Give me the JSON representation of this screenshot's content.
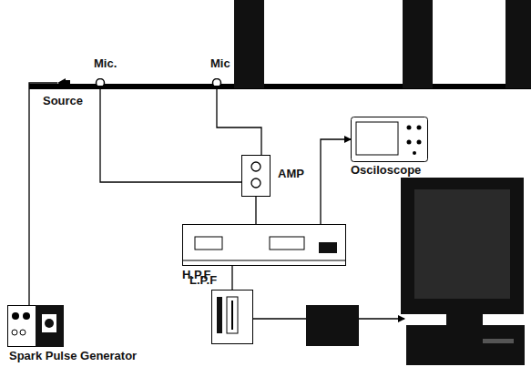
{
  "diagram": {
    "nodes": [
      {
        "text": [
          "Spark Pulse Generator"
        ]
      },
      {
        "text": [
          "Source"
        ]
      },
      {
        "text": [
          "Mic."
        ]
      },
      {
        "text": [
          "Mic"
        ]
      },
      {
        "text": [
          "AMP"
        ]
      },
      {
        "text": [
          "H.P.F"
        ]
      },
      {
        "text": [
          "L.P.F"
        ]
      },
      {
        "text": [
          "Osciloscope"
        ]
      }
    ],
    "edges": [
      {
        "from": 0,
        "to": 1,
        "arrow": "none"
      },
      {
        "from": 2,
        "to": 4,
        "arrow": "none"
      },
      {
        "from": 3,
        "to": 4,
        "arrow": "none"
      },
      {
        "from": 4,
        "to": 5,
        "arrow": "none"
      },
      {
        "from": 5,
        "to": 7,
        "arrow": "to"
      },
      {
        "from": 5,
        "to": 6,
        "arrow": "none"
      }
    ]
  }
}
